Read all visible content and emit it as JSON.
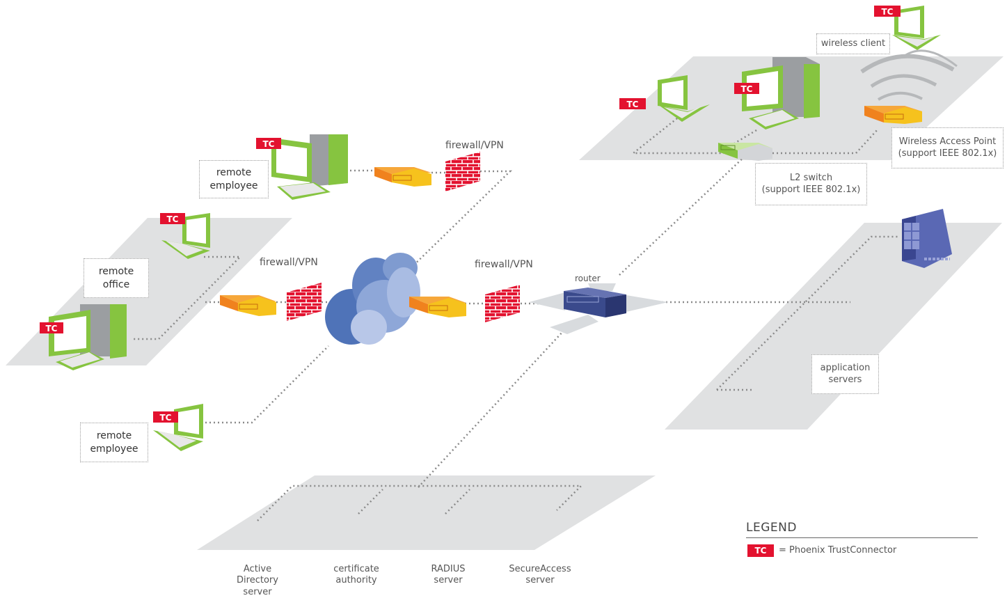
{
  "badge_text": "TC",
  "colors": {
    "platform": "#e0e1e2",
    "green": "#86c440",
    "tc_red": "#e3122f",
    "firewall_red": "#e3122f",
    "orange": "#f0821e",
    "yellow": "#f6c21d",
    "router_blue": "#3a4a8c",
    "cloud_blue": "#6c8cc8",
    "server_blue": "#5a68b4",
    "dotted_line": "#888888"
  },
  "labels": {
    "firewall_top": "firewall/VPN",
    "firewall_left": "firewall/VPN",
    "firewall_right": "firewall/VPN",
    "router": "router",
    "wireless_client": "wireless client",
    "remote_employee_top": [
      "remote",
      "employee"
    ],
    "remote_office": [
      "remote",
      "office"
    ],
    "remote_employee_bottom": [
      "remote",
      "employee"
    ],
    "l2_switch": [
      "L2 switch",
      "(support IEEE 802.1x)"
    ],
    "wireless_ap": [
      "Wireless Access Point",
      "(support IEEE 802.1x)"
    ],
    "application_servers": [
      "application",
      "servers"
    ],
    "active_directory": [
      "Active",
      "Directory",
      "server"
    ],
    "certificate_authority": [
      "certificate",
      "authority"
    ],
    "radius": [
      "RADIUS",
      "server"
    ],
    "secureaccess": [
      "SecureAccess",
      "server"
    ]
  },
  "legend": {
    "title": "LEGEND",
    "badge": "TC",
    "text": "= Phoenix TrustConnector"
  }
}
